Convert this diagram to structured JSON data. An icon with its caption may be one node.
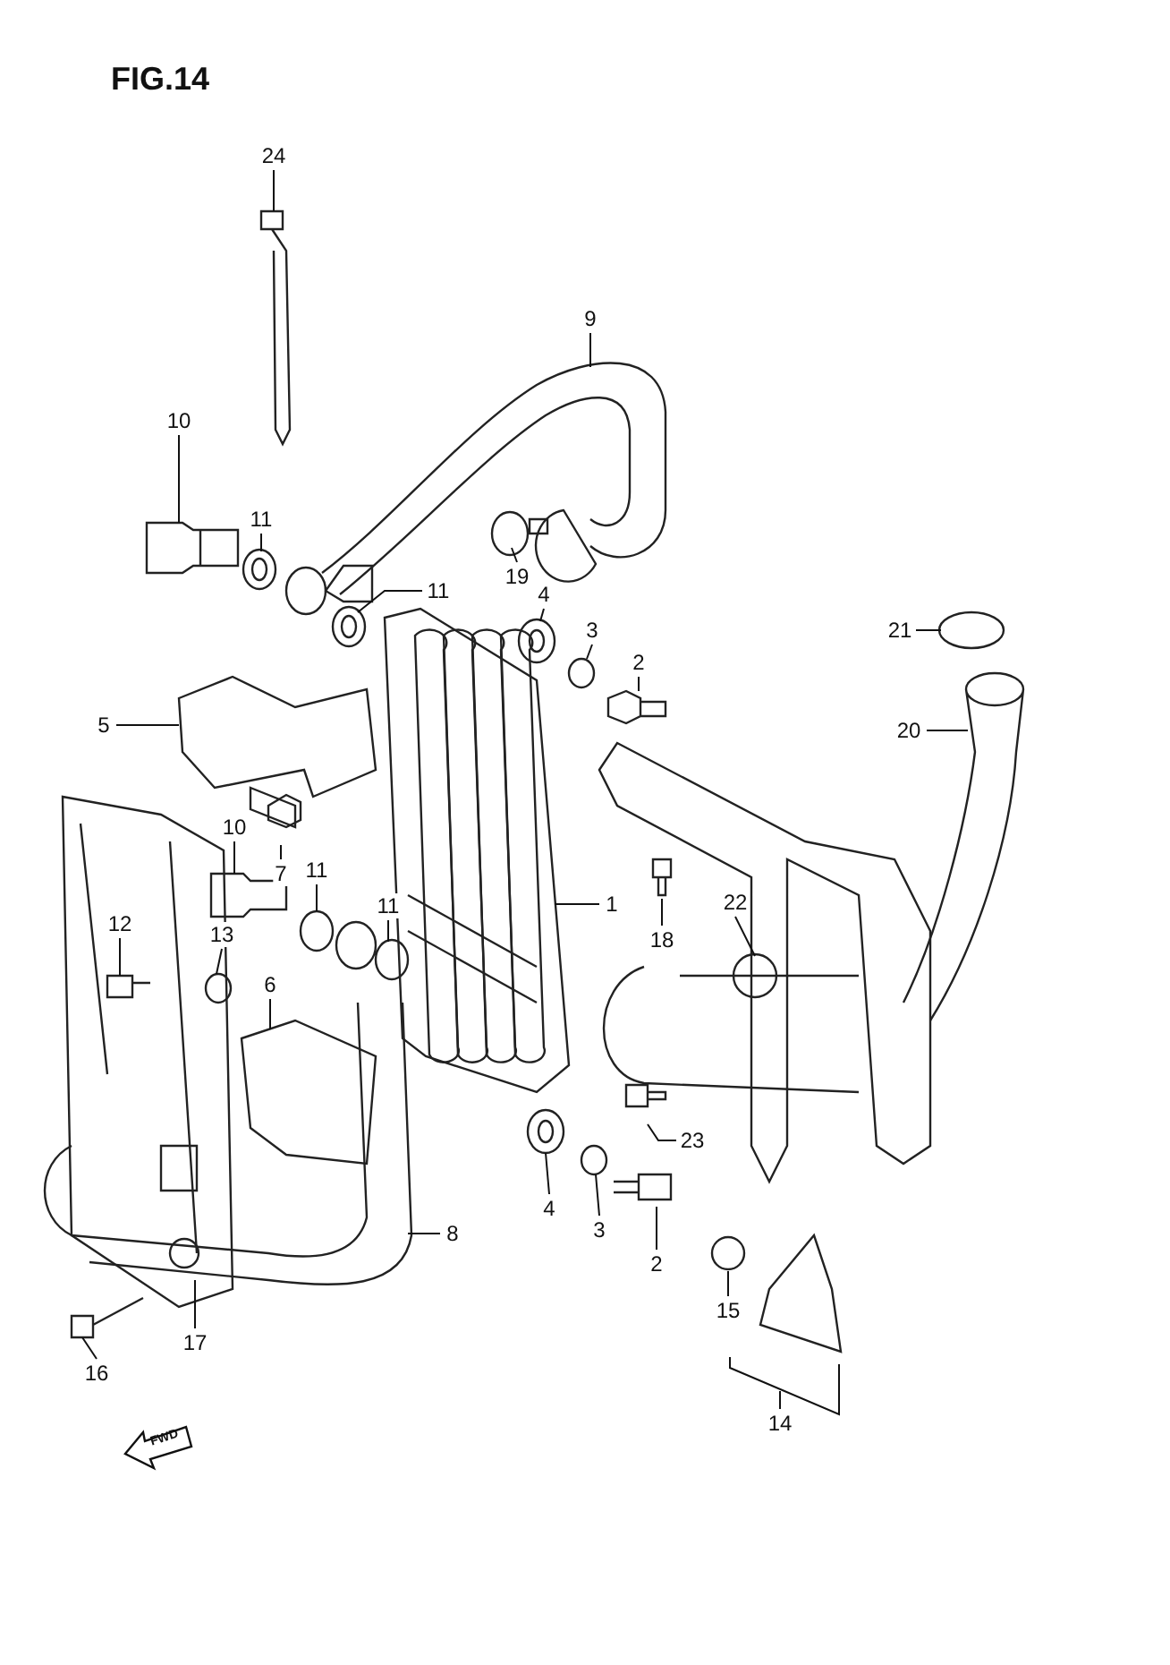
{
  "diagram": {
    "title": "FIG.14",
    "nodes": [
      {
        "text": [
          "24"
        ]
      },
      {
        "text": [
          "9"
        ]
      },
      {
        "text": [
          "10"
        ]
      },
      {
        "text": [
          "11"
        ]
      },
      {
        "text": [
          "19"
        ]
      },
      {
        "text": [
          "11"
        ]
      },
      {
        "text": [
          "4"
        ]
      },
      {
        "text": [
          "3"
        ]
      },
      {
        "text": [
          "2"
        ]
      },
      {
        "text": [
          "21"
        ]
      },
      {
        "text": [
          "20"
        ]
      },
      {
        "text": [
          "5"
        ]
      },
      {
        "text": [
          "10"
        ]
      },
      {
        "text": [
          "7"
        ]
      },
      {
        "text": [
          "11"
        ]
      },
      {
        "text": [
          "11"
        ]
      },
      {
        "text": [
          "1"
        ]
      },
      {
        "text": [
          "22"
        ]
      },
      {
        "text": [
          "18"
        ]
      },
      {
        "text": [
          "12"
        ]
      },
      {
        "text": [
          "13"
        ]
      },
      {
        "text": [
          "6"
        ]
      },
      {
        "text": [
          "23"
        ]
      },
      {
        "text": [
          "8"
        ]
      },
      {
        "text": [
          "4"
        ]
      },
      {
        "text": [
          "3"
        ]
      },
      {
        "text": [
          "2"
        ]
      },
      {
        "text": [
          "15"
        ]
      },
      {
        "text": [
          "17"
        ]
      },
      {
        "text": [
          "16"
        ]
      },
      {
        "text": [
          "14"
        ]
      }
    ],
    "edges": [
      {
        "from": 0,
        "to": null,
        "arrow": "none"
      },
      {
        "from": 1,
        "to": null,
        "arrow": "none"
      },
      {
        "from": 2,
        "to": null,
        "arrow": "none"
      },
      {
        "from": 3,
        "to": null,
        "arrow": "none"
      },
      {
        "from": 4,
        "to": null,
        "arrow": "none"
      },
      {
        "from": 5,
        "to": null,
        "arrow": "none"
      },
      {
        "from": 6,
        "to": null,
        "arrow": "none"
      },
      {
        "from": 7,
        "to": null,
        "arrow": "none"
      },
      {
        "from": 8,
        "to": null,
        "arrow": "none"
      },
      {
        "from": 9,
        "to": null,
        "arrow": "none"
      },
      {
        "from": 10,
        "to": null,
        "arrow": "none"
      },
      {
        "from": 11,
        "to": null,
        "arrow": "none"
      },
      {
        "from": 12,
        "to": null,
        "arrow": "none"
      },
      {
        "from": 13,
        "to": null,
        "arrow": "none"
      },
      {
        "from": 14,
        "to": null,
        "arrow": "none"
      },
      {
        "from": 15,
        "to": null,
        "arrow": "none"
      },
      {
        "from": 16,
        "to": null,
        "arrow": "none"
      },
      {
        "from": 17,
        "to": null,
        "arrow": "none"
      },
      {
        "from": 18,
        "to": null,
        "arrow": "none"
      },
      {
        "from": 19,
        "to": null,
        "arrow": "none"
      },
      {
        "from": 20,
        "to": null,
        "arrow": "none"
      },
      {
        "from": 21,
        "to": null,
        "arrow": "none"
      },
      {
        "from": 22,
        "to": null,
        "arrow": "none"
      },
      {
        "from": 23,
        "to": null,
        "arrow": "none"
      },
      {
        "from": 24,
        "to": null,
        "arrow": "none"
      },
      {
        "from": 25,
        "to": null,
        "arrow": "none"
      },
      {
        "from": 26,
        "to": null,
        "arrow": "none"
      },
      {
        "from": 27,
        "to": null,
        "arrow": "none"
      },
      {
        "from": 28,
        "to": null,
        "arrow": "none"
      },
      {
        "from": 29,
        "to": null,
        "arrow": "none"
      },
      {
        "from": 30,
        "to": null,
        "arrow": "none"
      }
    ],
    "labels": [
      "FWD"
    ]
  }
}
